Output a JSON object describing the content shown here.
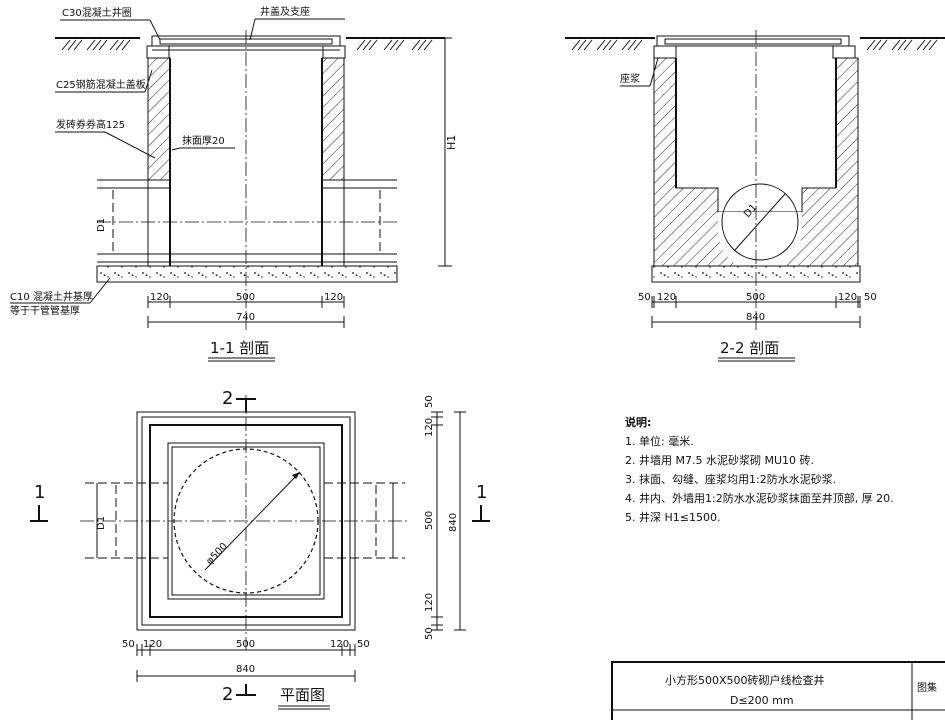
{
  "section11": {
    "title": "1-1 剖面",
    "labels": {
      "ring": "C30混凝土井圈",
      "cover": "井盖及支座",
      "slab": "C25钢筋混凝土盖板",
      "arch": "发砖券券高125",
      "plaster": "抹面厚20",
      "depth": "H1",
      "pipe": "D1",
      "base1": "C10 混凝土井基厚",
      "base2": "等于干管管基厚"
    },
    "dims": {
      "a": "120",
      "b": "500",
      "c": "120",
      "total": "740"
    }
  },
  "section22": {
    "title": "2-2 剖面",
    "labels": {
      "mortar": "座浆",
      "pipe": "D1"
    },
    "dims": {
      "a": "50",
      "b": "120",
      "c": "500",
      "d": "120",
      "e": "50",
      "total": "840"
    }
  },
  "plan": {
    "title": "平面图",
    "cut2": "2",
    "cut1": "1",
    "dia": "φ500",
    "pipe": "D1",
    "dims_bottom": {
      "a": "50",
      "b": "120",
      "c": "500",
      "d": "120",
      "e": "50",
      "total": "840"
    },
    "dims_right": {
      "a": "50",
      "b": "120",
      "c": "500",
      "d": "120",
      "e": "50",
      "total": "840"
    }
  },
  "notes": {
    "heading": "说明:",
    "items": [
      "1. 单位: 毫米.",
      "2. 井墙用 M7.5 水泥砂浆砌 MU10 砖.",
      "3. 抹面、勾缝、座浆均用1:2防水水泥砂浆.",
      "4. 井内、外墙用1:2防水水泥砂浆抹面至井顶部, 厚 20.",
      "5. 井深 H1≤1500."
    ]
  },
  "titleblock": {
    "title": "小方形500X500砖砌户线检查井",
    "subtitle": "D≤200 mm",
    "atlas": "图集"
  }
}
